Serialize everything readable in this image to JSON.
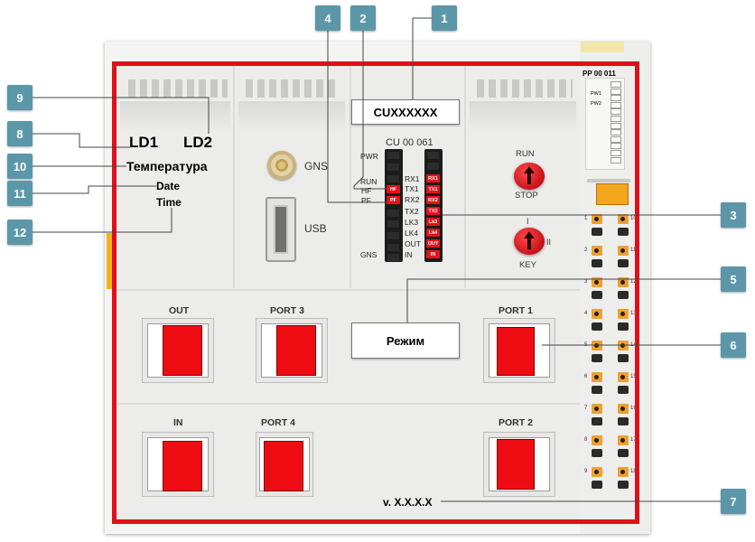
{
  "device": {
    "model_box": "CUXXXXXX",
    "model_name": "CU 00 061",
    "side_module": "PP 00 011",
    "side_pw1": "PW1",
    "side_pw2": "PW2",
    "mode_box": "Режим",
    "version": "v. X.X.X.X",
    "display": {
      "ld1": "LD1",
      "ld2": "LD2",
      "temperature": "Температура",
      "date": "Date",
      "time": "Time"
    },
    "gns": "GNS",
    "usb": "USB",
    "switches": {
      "run": "RUN",
      "stop": "STOP",
      "key_i": "I",
      "key_ii": "II",
      "key": "KEY"
    },
    "led_left": [
      "PWR",
      "RUN",
      "HF",
      "PF",
      "",
      "",
      "",
      "GNS"
    ],
    "led_mid": [
      "",
      "RX1",
      "TX1",
      "RX2",
      "TX2",
      "LK3",
      "LK4",
      "OUT",
      "IN"
    ],
    "led_red_left": [
      "HF",
      "PF"
    ],
    "led_red_right": [
      "RX1",
      "TX1",
      "RX2",
      "TX2",
      "Lk3",
      "Lk4",
      "OUT",
      "IN"
    ],
    "ports": {
      "out": "OUT",
      "port3": "PORT 3",
      "port1": "PORT 1",
      "in": "IN",
      "port4": "PORT 4",
      "port2": "PORT 2"
    },
    "terminals_left": [
      "1",
      "2",
      "3",
      "4",
      "5",
      "6",
      "7",
      "8",
      "9"
    ],
    "terminals_right": [
      "10",
      "11",
      "12",
      "13",
      "14",
      "15",
      "16",
      "17",
      "18"
    ]
  },
  "callouts": [
    "1",
    "2",
    "3",
    "4",
    "5",
    "6",
    "7",
    "8",
    "9",
    "10",
    "11",
    "12"
  ],
  "colors": {
    "frame": "#e10f1b",
    "callout": "#5b97a9",
    "port_fill": "#ee0c12",
    "terminal": "#f0a030"
  }
}
